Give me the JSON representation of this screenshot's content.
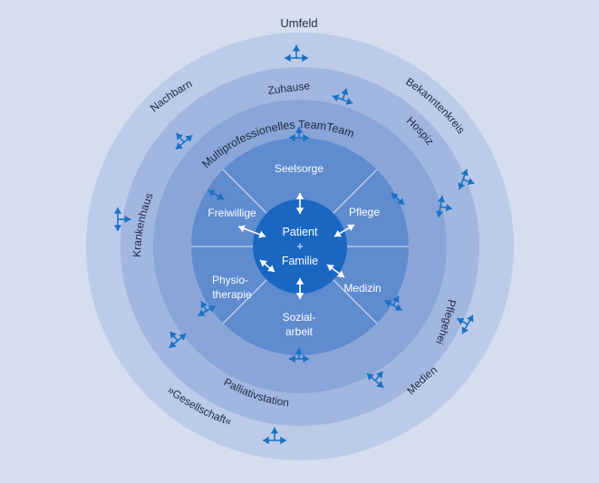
{
  "title": "Umfeld",
  "colors": {
    "background": "#d4deef",
    "ring_outer": "#bccbe8",
    "ring_middle": "#a2b7e0",
    "ring_team": "#8aa6d8",
    "ring_roles": "#5f8bcf",
    "core": "#1a67c2",
    "arrow": "#1a72c4"
  },
  "outer_ring": {
    "labels": [
      "Nachbarn",
      "Bekanntenkreis",
      "Krankenhaus",
      "Pflegeheim",
      "»Gesellschaft«",
      "Medien"
    ]
  },
  "middle_ring": {
    "labels": [
      "Zuhause",
      "Hospiz",
      "Palliativstation"
    ]
  },
  "team_ring": {
    "label": "Multiprofessionelles TeamTeam"
  },
  "roles": {
    "top": "Seelsorge",
    "upper_right": "Pflege",
    "lower_right": "Medizin",
    "bottom_line1": "Sozial-",
    "bottom_line2": "arbeit",
    "lower_left_line1": "Physio-",
    "lower_left_line2": "therapie",
    "upper_left": "Freiwillige"
  },
  "core": {
    "line1": "Patient",
    "line2": "+",
    "line3": "Familie"
  }
}
